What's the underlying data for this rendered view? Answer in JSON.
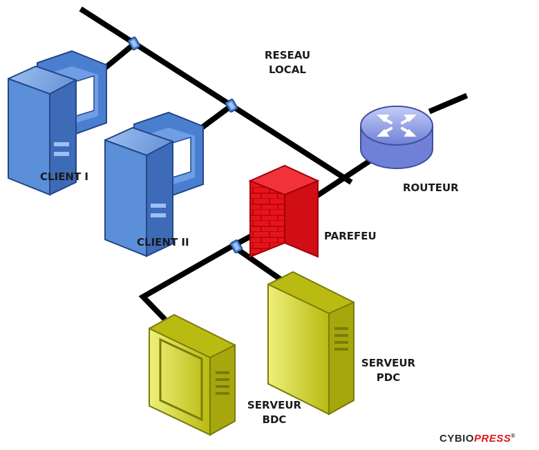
{
  "labels": {
    "network": [
      "RESEAU",
      "LOCAL"
    ],
    "client1": "CLIENT I",
    "client2": "CLIENT II",
    "router": "ROUTEUR",
    "firewall": "PAREFEU",
    "server_pdc": [
      "SERVEUR",
      "PDC"
    ],
    "server_bdc": [
      "SERVEUR",
      "BDC"
    ]
  },
  "brand": {
    "part1": "CYBIO",
    "part2": "PRESS",
    "mark": "®"
  },
  "icons": [
    "client-computer-icon",
    "router-icon",
    "firewall-icon",
    "server-tower-icon",
    "network-connector-icon"
  ],
  "colors": {
    "client": "#5b8fd8",
    "router": "#8f9ee6",
    "firewall": "#e0131a",
    "server": "#c9cc20",
    "cable": "#000000",
    "brand_accent": "#e0131a"
  }
}
